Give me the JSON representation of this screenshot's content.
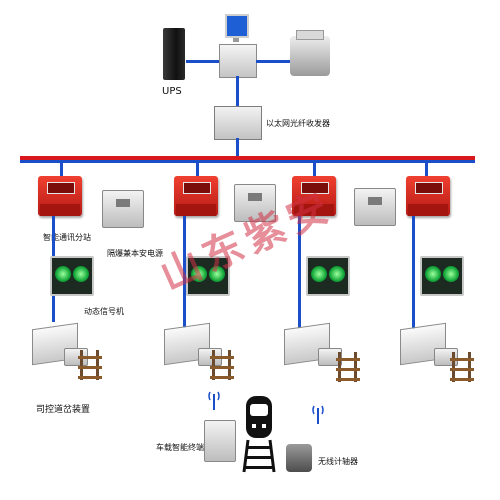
{
  "top": {
    "ups_label": "UPS",
    "converter_label": "以太网光纤收发器"
  },
  "stations": {
    "smart_station_label": "智能通讯分站",
    "power_label": "隔爆兼本安电源",
    "signal_label": "动态信号机",
    "switch_label": "司控道岔装置"
  },
  "vehicle": {
    "terminal_label": "车载智能终端",
    "sensor_label": "无线计轴器"
  },
  "watermark": {
    "text": "山东紫安"
  },
  "colors": {
    "bus_red": "#d8181d",
    "bus_blue": "#1a4fc9",
    "enclosure_red": "#d4261c",
    "signal_green": "#14a83a"
  }
}
